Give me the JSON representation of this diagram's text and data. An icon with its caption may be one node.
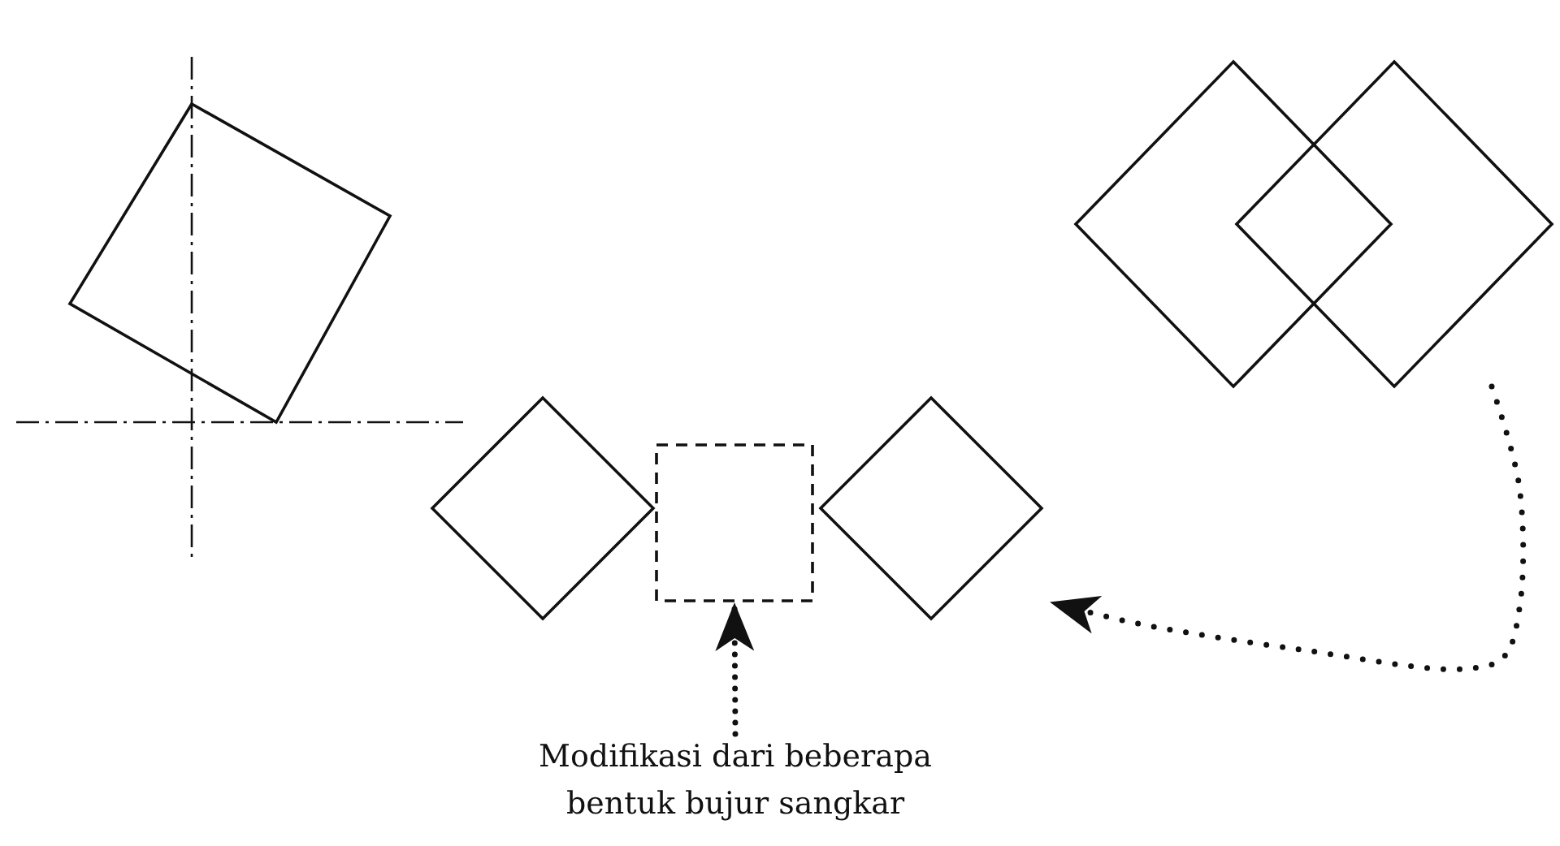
{
  "diagram": {
    "nodes": [
      {
        "text": [],
        "shape": "box"
      },
      {
        "text": [],
        "shape": "diamond"
      },
      {
        "text": [],
        "shape": "diamond"
      },
      {
        "text": [],
        "shape": "diamond"
      },
      {
        "text": [],
        "shape": "box"
      },
      {
        "text": [],
        "shape": "diamond"
      },
      {
        "text": [
          "Modifikasi dari beberapa bentuk bujur sangkar"
        ]
      }
    ],
    "edges": [
      {
        "from": 2,
        "to": 5,
        "arrow": "to",
        "style": "dashed"
      },
      {
        "from": 6,
        "to": 4,
        "arrow": "to",
        "style": "dashed"
      }
    ]
  }
}
